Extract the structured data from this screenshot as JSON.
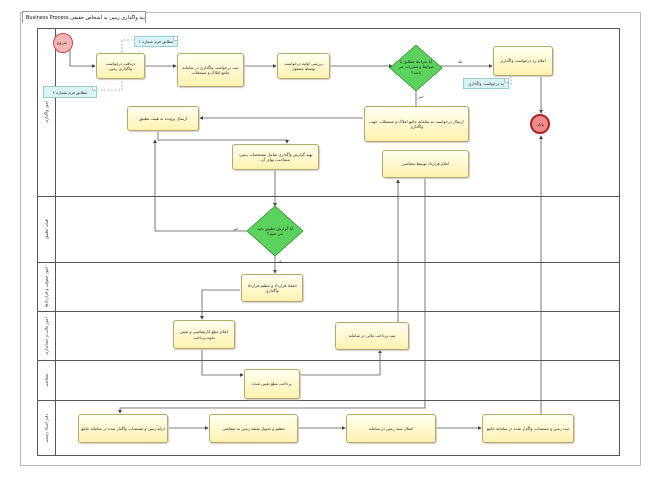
{
  "diagram": {
    "tab_title": "Business Process فرآیند واگذاری زمین به اشخاص حقیقی",
    "lanes": [
      {
        "label": "امور واگذاری"
      },
      {
        "label": "هیئت تطبیق"
      },
      {
        "label": "امور حقوقی و قراردادها"
      },
      {
        "label": "امور مالی و حسابداری"
      },
      {
        "label": "متقاضی"
      },
      {
        "label": "دفتر اسناد رسمی"
      }
    ],
    "events": {
      "start": {
        "label": "شروع",
        "color": "#f7b6b6"
      },
      "end": {
        "label": "پایان",
        "color": "#f08a8a"
      }
    },
    "tasks": {
      "t1": "دریافت درخواست واگذاری زمین",
      "t2": "ثبت درخواست واگذاری در سامانه جامع املاک و مستغلات",
      "t3": "بررسی اولیه درخواست توسط مسئول",
      "t4": "اعلام رد درخواست واگذاری",
      "t5": "ارسال درخواست به سامانه جامع املاک و مستغلات جهت واگذاری",
      "t6": "ارسال پرونده به هیئت تطبیق",
      "t7": "تهیه گزارش واگذاری شامل مشخصات زمین، مساحت، بهای آن",
      "t8": "اعلام قرارداد توسط متقاضی",
      "t9": "انعقاد قرارداد و تنظیم قرارداد واگذاری",
      "t10": "اعلام مبلغ کارشناسی و تعیین نحوه پرداخت",
      "t11": "ثبت پرداخت مالی در سامانه",
      "t12": "پرداخت مبلغ تعیین شده",
      "t13": "ارائه زمین و مستندات واگذار شده در سامانه جامع",
      "t14": "تنظیم و تحویل نقشه زمین به متقاضی",
      "t15": "انتقال سند زمین در سامانه",
      "t16": "ثبت زمین و مستندات واگذار شده در سامانه جامع"
    },
    "gateways": {
      "g1": "آیا شرایط مطابق با ضوابط و مقررات می باشد؟",
      "g2": "آیا گزارش تطبیق تایید می شود؟"
    },
    "notes": {
      "n1": "مطابق فرم شماره ۱",
      "n2": "مطابق فرم شماره ۲",
      "n3": "به درخواست واگذاری"
    },
    "flow_labels": {
      "yes": "بله",
      "no": "خیر"
    },
    "colors": {
      "gateway": "#5bd25b",
      "task_border": "#b9a66a",
      "note": "#d8f4f6"
    }
  }
}
